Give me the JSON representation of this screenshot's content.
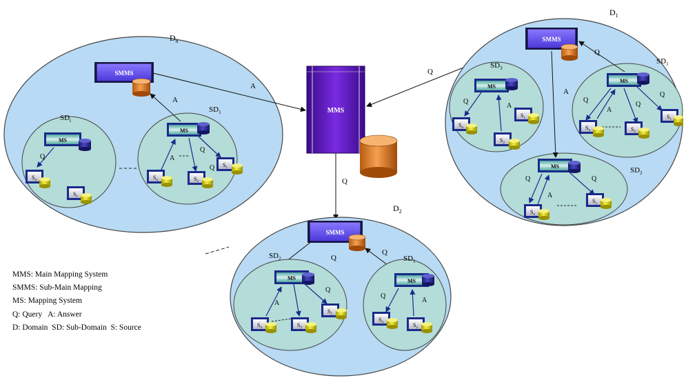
{
  "center": {
    "label": "MMS"
  },
  "domains": {
    "dn": {
      "label": "D",
      "sub": "n",
      "smms": "SMMS",
      "answer": "A",
      "sdt": {
        "label": "SD",
        "sub": "t",
        "ms": "MS",
        "q": "Q",
        "sources": [
          {
            "label": "S",
            "sub": "n"
          },
          {
            "label": "S",
            "sub": "1"
          }
        ]
      },
      "sd1": {
        "label": "SD",
        "sub": "1",
        "ms": "MS",
        "a_up": "A",
        "a": "A",
        "q1": "Q",
        "q2": "Q",
        "sources": [
          {
            "label": "S",
            "sub": "n"
          },
          {
            "label": "S",
            "sub": "2"
          },
          {
            "label": "S",
            "sub": "1"
          }
        ]
      }
    },
    "d1": {
      "label": "D",
      "sub": "1",
      "smms": "SMMS",
      "query_in": "Q",
      "q": "Q",
      "a": "A",
      "sd3": {
        "label": "SD",
        "sub": "3",
        "ms": "MS",
        "q": "Q",
        "a": "A",
        "sources": [
          {
            "label": "S",
            "sub": "n"
          },
          {
            "label": "S",
            "sub": "1"
          },
          {
            "label": "S",
            "sub": "2"
          }
        ]
      },
      "sd1": {
        "label": "SD",
        "sub": "1",
        "ms": "MS",
        "q1": "Q",
        "q2": "Q",
        "q3": "Q",
        "a": "A",
        "sources": [
          {
            "label": "S",
            "sub": "n"
          },
          {
            "label": "S",
            "sub": "2"
          },
          {
            "label": "S",
            "sub": "1"
          }
        ]
      },
      "sd2": {
        "label": "SD",
        "sub": "2",
        "ms": "MS",
        "q1": "Q",
        "q2": "Q",
        "a": "A",
        "sources": [
          {
            "label": "S",
            "sub": "n"
          },
          {
            "label": "S",
            "sub": "1"
          }
        ]
      }
    },
    "d2": {
      "label": "D",
      "sub": "2",
      "smms": "SMMS",
      "query_in": "Q",
      "q_left": "Q",
      "q_right": "Q",
      "sd2": {
        "label": "SD",
        "sub": "2",
        "ms": "MS",
        "q": "Q",
        "a": "A",
        "sources": [
          {
            "label": "S",
            "sub": "n"
          },
          {
            "label": "S",
            "sub": "2"
          },
          {
            "label": "S",
            "sub": "1"
          }
        ]
      },
      "sd1": {
        "label": "SD",
        "sub": "1",
        "ms": "MS",
        "q": "Q",
        "a": "A",
        "sources": [
          {
            "label": "S",
            "sub": "n"
          },
          {
            "label": "S",
            "sub": "2"
          }
        ]
      }
    }
  },
  "legend": [
    "MMS: Main Mapping System",
    "SMMS: Sub-Main Mapping",
    "MS: Mapping System",
    "Q: Query   A: Answer",
    "D: Domain  SD: Sub-Domain  S: Source"
  ]
}
